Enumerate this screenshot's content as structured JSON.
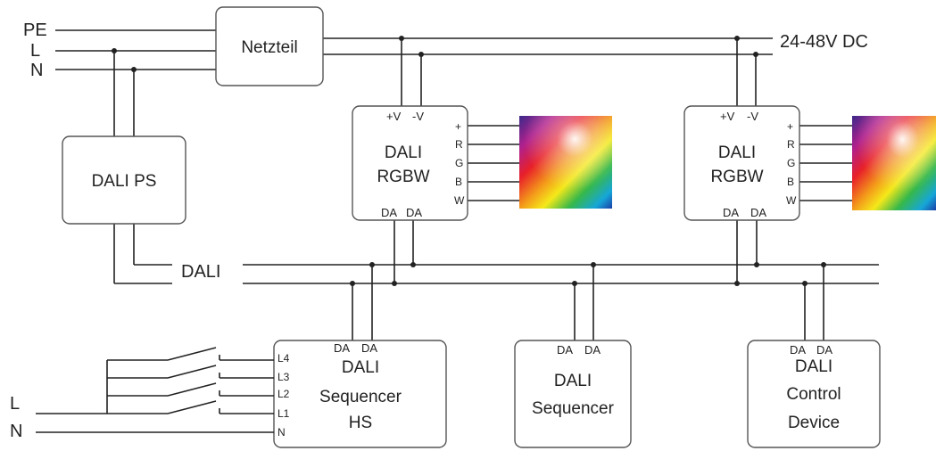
{
  "mains": {
    "pe": "PE",
    "l": "L",
    "n": "N",
    "supply_label": "24-48V DC"
  },
  "power_supply": {
    "label": "Netzteil"
  },
  "dali_ps": {
    "label": "DALI PS"
  },
  "dali_bus": {
    "label": "DALI"
  },
  "rgbw": [
    {
      "line1": "DALI",
      "line2": "RGBW",
      "vplus": "+V",
      "vminus": "-V",
      "pins": [
        "+",
        "R",
        "G",
        "B",
        "W"
      ],
      "da1": "DA",
      "da2": "DA"
    },
    {
      "line1": "DALI",
      "line2": "RGBW",
      "vplus": "+V",
      "vminus": "-V",
      "pins": [
        "+",
        "R",
        "G",
        "B",
        "W"
      ],
      "da1": "DA",
      "da2": "DA"
    }
  ],
  "sequencer_hs": {
    "line1": "DALI",
    "line2": "Sequencer",
    "line3": "HS",
    "da1": "DA",
    "da2": "DA",
    "inputs": [
      "L4",
      "L3",
      "L2",
      "L1",
      "N"
    ]
  },
  "sequencer": {
    "line1": "DALI",
    "line2": "Sequencer",
    "da1": "DA",
    "da2": "DA"
  },
  "control_device": {
    "line1": "DALI",
    "line2": "Control",
    "line3": "Device",
    "da1": "DA",
    "da2": "DA"
  },
  "switch_supply": {
    "l": "L",
    "n": "N"
  }
}
